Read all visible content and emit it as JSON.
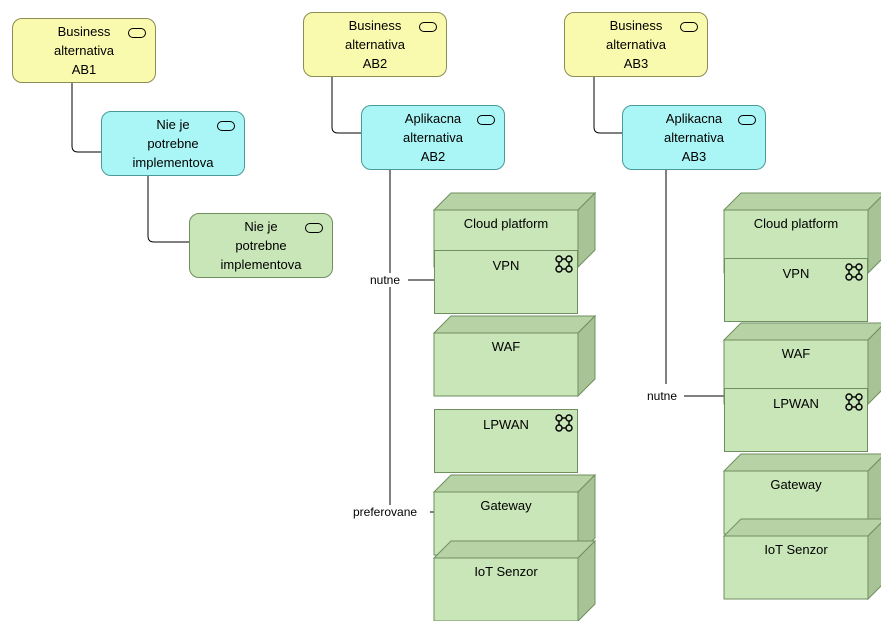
{
  "business": [
    {
      "id": "ab1",
      "label": "Business\nalternativa\nAB1"
    },
    {
      "id": "ab2",
      "label": "Business\nalternativa\nAB2"
    },
    {
      "id": "ab3",
      "label": "Business\nalternativa\nAB3"
    }
  ],
  "application": [
    {
      "id": "ab1",
      "label": "Nie je\npotrebne\nimplementova"
    },
    {
      "id": "ab2",
      "label": "Aplikacna\nalternativa\nAB2"
    },
    {
      "id": "ab3",
      "label": "Aplikacna\nalternativa\nAB3"
    }
  ],
  "technology_ab1": {
    "label": "Nie je\npotrebne\nimplementova"
  },
  "nodes_ab2": [
    {
      "label": "Cloud platform",
      "icon": "node-3d"
    },
    {
      "label": "VPN",
      "icon": "network-icon"
    },
    {
      "label": "WAF",
      "icon": "node-3d"
    },
    {
      "label": "LPWAN",
      "icon": "network-icon"
    },
    {
      "label": "Gateway",
      "icon": "node-3d"
    },
    {
      "label": "IoT Senzor",
      "icon": "node-3d"
    }
  ],
  "nodes_ab3": [
    {
      "label": "Cloud platform",
      "icon": "node-3d"
    },
    {
      "label": "VPN",
      "icon": "network-icon"
    },
    {
      "label": "WAF",
      "icon": "node-3d"
    },
    {
      "label": "LPWAN",
      "icon": "network-icon"
    },
    {
      "label": "Gateway",
      "icon": "node-3d"
    },
    {
      "label": "IoT Senzor",
      "icon": "node-3d"
    }
  ],
  "connectors": {
    "ab2_nutne": "nutne",
    "ab2_preferovane": "preferovane",
    "ab3_nutne": "nutne"
  },
  "colors": {
    "business": "#fafaaf",
    "application": "#aaf5f5",
    "technology": "#c9e6b8"
  }
}
